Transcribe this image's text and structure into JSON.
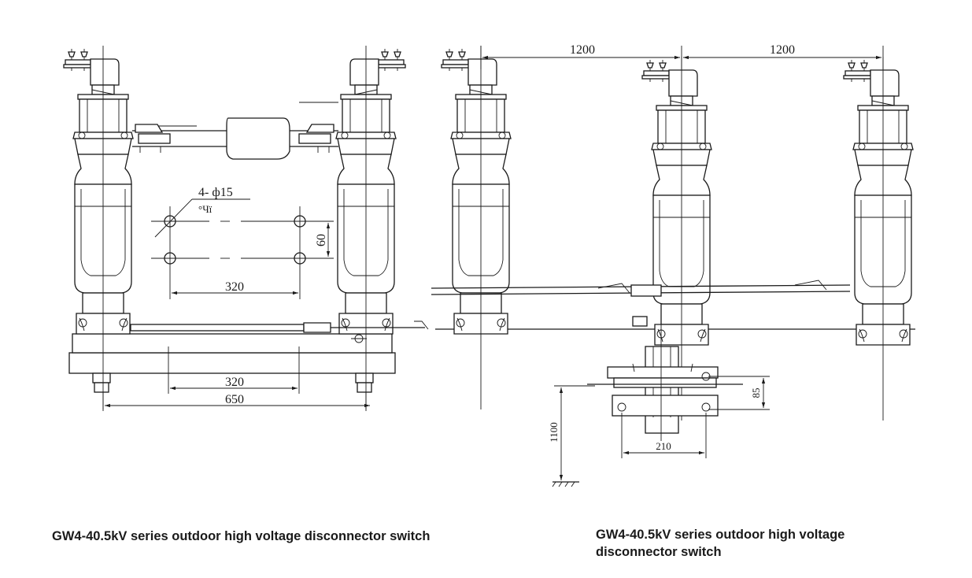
{
  "left_drawing": {
    "hole_note": "4- ф15",
    "hole_note_sub": "°Чї",
    "dim_60": "60",
    "dim_320_holes": "320",
    "dim_320_base": "320",
    "dim_650": "650"
  },
  "right_drawing": {
    "dim_1200_left": "1200",
    "dim_1200_right": "1200",
    "dim_85": "85",
    "dim_210": "210",
    "dim_1100": "1100"
  },
  "captions": {
    "left": "GW4-40.5kV series outdoor high voltage disconnector switch",
    "right": "GW4-40.5kV series outdoor high voltage disconnector switch"
  }
}
